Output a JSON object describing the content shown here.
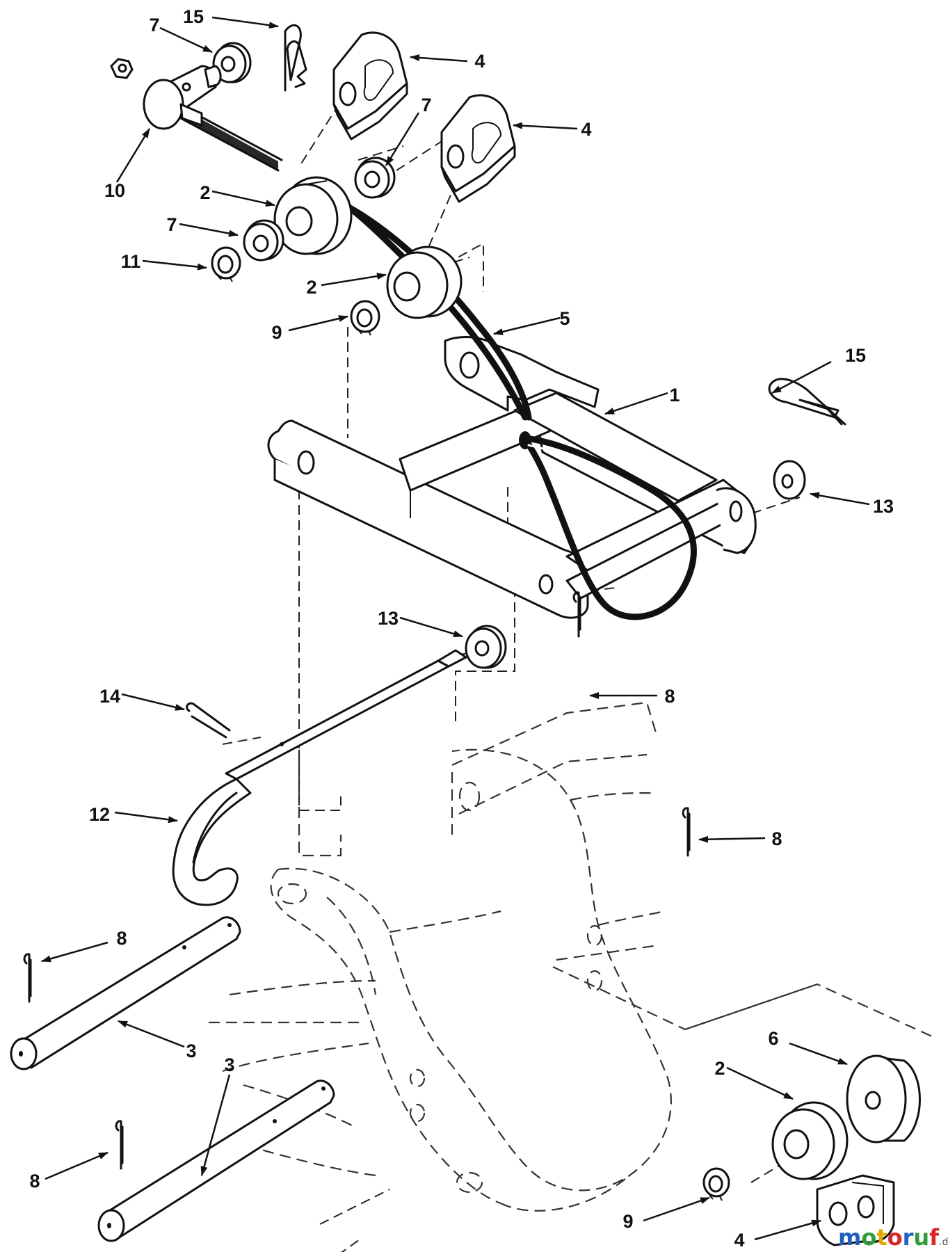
{
  "callouts": [
    {
      "text": "15"
    },
    {
      "text": "7"
    },
    {
      "text": "4"
    },
    {
      "text": "7"
    },
    {
      "text": "4"
    },
    {
      "text": "10"
    },
    {
      "text": "2"
    },
    {
      "text": "7"
    },
    {
      "text": "11"
    },
    {
      "text": "2"
    },
    {
      "text": "9"
    },
    {
      "text": "5"
    },
    {
      "text": "15"
    },
    {
      "text": "1"
    },
    {
      "text": "13"
    },
    {
      "text": "13"
    },
    {
      "text": "14"
    },
    {
      "text": "8"
    },
    {
      "text": "12"
    },
    {
      "text": "8"
    },
    {
      "text": "8"
    },
    {
      "text": "3"
    },
    {
      "text": "3"
    },
    {
      "text": "6"
    },
    {
      "text": "2"
    },
    {
      "text": "8"
    },
    {
      "text": "9"
    },
    {
      "text": "4"
    }
  ],
  "watermark": {
    "letters": [
      {
        "ch": "m",
        "color": "#1f5fbf"
      },
      {
        "ch": "o",
        "color": "#2f9e3a"
      },
      {
        "ch": "t",
        "color": "#e0a800"
      },
      {
        "ch": "o",
        "color": "#d62828"
      },
      {
        "ch": "r",
        "color": "#1f5fbf"
      },
      {
        "ch": "u",
        "color": "#2f9e3a"
      },
      {
        "ch": "f",
        "color": "#d62828"
      }
    ],
    "suffix": ".de"
  }
}
